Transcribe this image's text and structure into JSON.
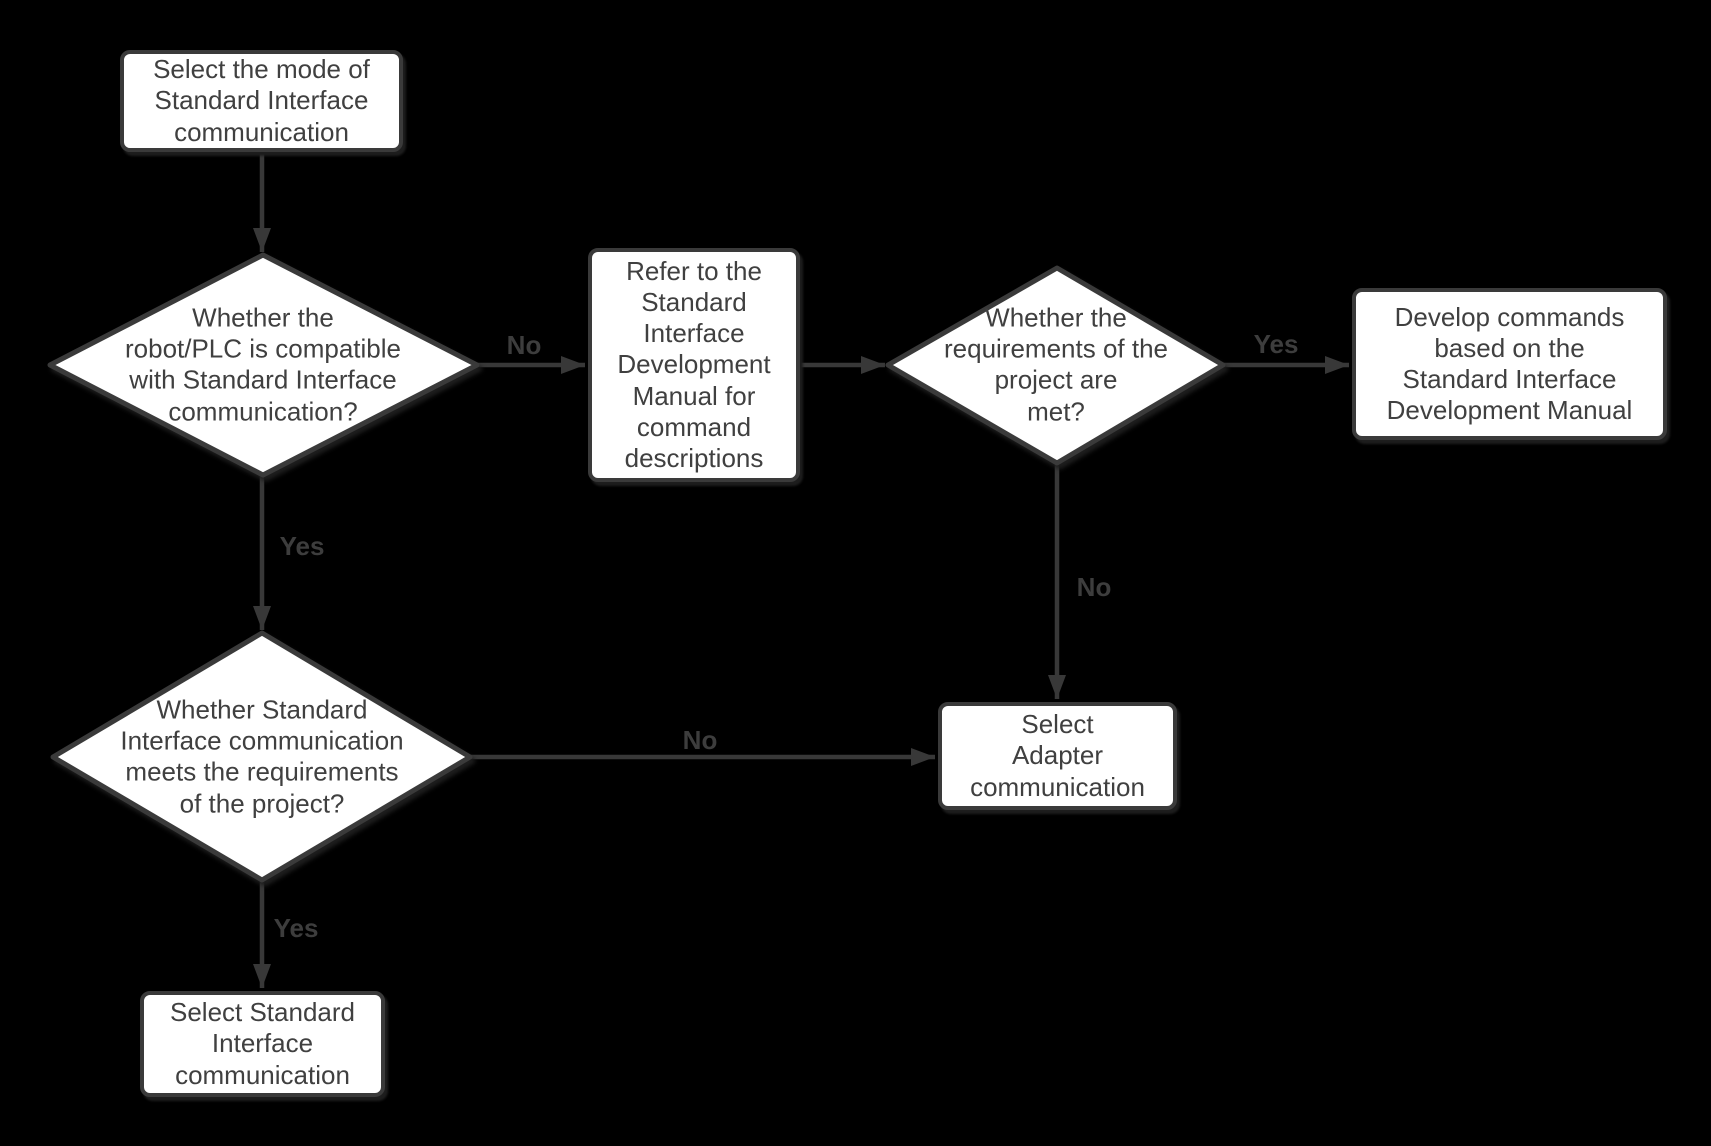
{
  "diagram": {
    "type": "flowchart",
    "background": "#000000"
  },
  "colors": {
    "node_fill": "#ffffff",
    "node_border": "#3a3a3a",
    "node_text": "#404040",
    "edge_line": "#383838",
    "edge_label_text": "#3d3d3d"
  },
  "nodes": {
    "start": {
      "type": "process",
      "label": "Select the mode of\nStandard Interface\ncommunication"
    },
    "compatibility_decision": {
      "type": "decision",
      "label": "Whether the\nrobot/PLC is compatible\nwith Standard Interface\ncommunication?"
    },
    "refer_manual": {
      "type": "process",
      "label": "Refer to the\nStandard\nInterface\nDevelopment\nManual for\ncommand\ndescriptions"
    },
    "requirements_decision": {
      "type": "decision",
      "label": "Whether the\nrequirements of the\nproject are\nmet?"
    },
    "develop_commands": {
      "type": "process",
      "label": "Develop commands\nbased on the\nStandard Interface\nDevelopment Manual"
    },
    "standard_meets_decision": {
      "type": "decision",
      "label": "Whether Standard\nInterface communication\nmeets the requirements\nof the project?"
    },
    "select_adapter": {
      "type": "process",
      "label": "Select\nAdapter\ncommunication"
    },
    "select_standard": {
      "type": "process",
      "label": "Select Standard\nInterface\ncommunication"
    }
  },
  "edge_labels": {
    "compatibility_no": "No",
    "compatibility_yes": "Yes",
    "requirements_yes": "Yes",
    "requirements_no": "No",
    "standard_no": "No",
    "standard_yes": "Yes"
  }
}
